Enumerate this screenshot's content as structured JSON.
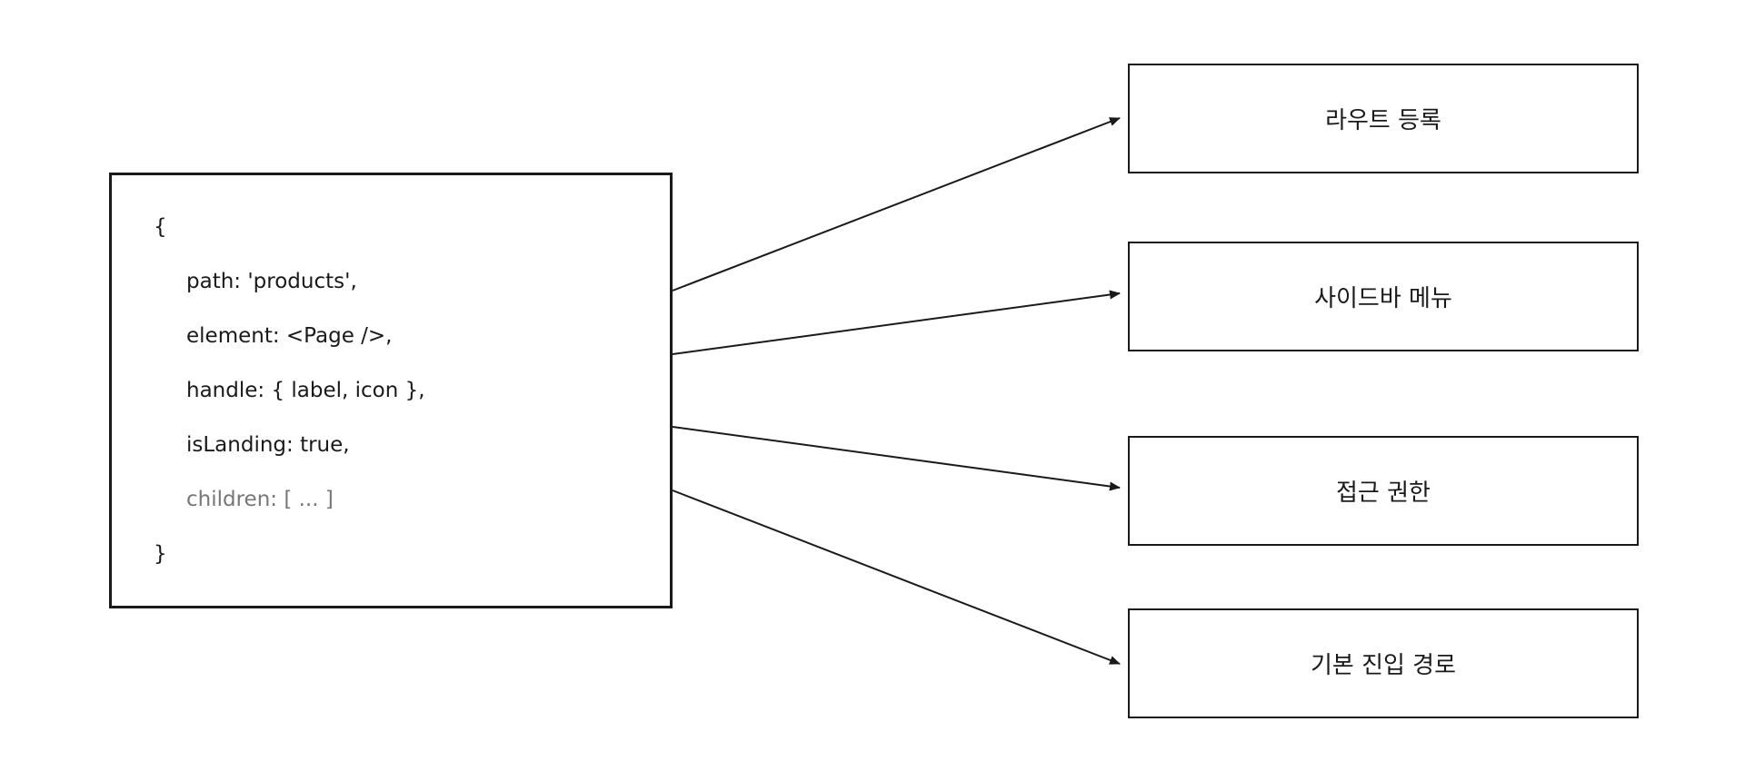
{
  "code": {
    "open_brace": "{",
    "lines": [
      "path: 'products',",
      "element: <Page />,",
      "handle: { label, icon },",
      "isLanding: true,",
      "children: [ ... ]"
    ],
    "close_brace": "}",
    "muted_color": "#777777"
  },
  "targets": [
    {
      "label": "라우트 등록"
    },
    {
      "label": "사이드바 메뉴"
    },
    {
      "label": "접근 권한"
    },
    {
      "label": "기본 진입 경로"
    }
  ],
  "colors": {
    "stroke": "#1a1a1a",
    "background": "#ffffff"
  }
}
